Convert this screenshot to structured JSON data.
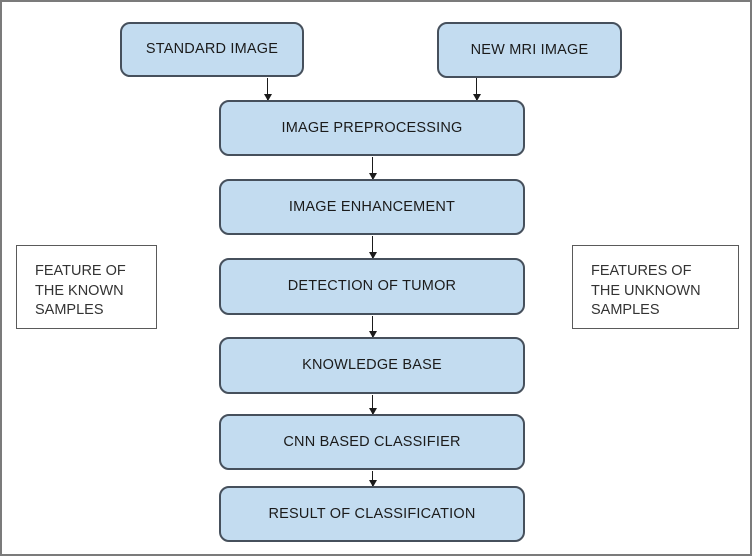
{
  "diagram": {
    "title": "Brain tumor classification pipeline flowchart",
    "colors": {
      "node_fill": "#c3dcf0",
      "node_border": "#46505c",
      "note_border": "#5a5a5a",
      "frame_border": "#7b7b7b",
      "arrow": "#1b1b1b",
      "text": "#1b1b1b"
    },
    "inputs": [
      {
        "id": "standard-image",
        "label": "STANDARD IMAGE"
      },
      {
        "id": "new-mri-image",
        "label": "NEW MRI IMAGE"
      }
    ],
    "pipeline": [
      {
        "id": "image-preprocessing",
        "label": "IMAGE PREPROCESSING"
      },
      {
        "id": "image-enhancement",
        "label": "IMAGE ENHANCEMENT"
      },
      {
        "id": "detection-of-tumor",
        "label": "DETECTION OF TUMOR"
      },
      {
        "id": "knowledge-base",
        "label": "KNOWLEDGE BASE"
      },
      {
        "id": "cnn-based-classifier",
        "label": "CNN BASED CLASSIFIER"
      },
      {
        "id": "result-of-classification",
        "label": "RESULT OF CLASSIFICATION"
      }
    ],
    "notes": [
      {
        "id": "known-samples",
        "label": "FEATURE OF\nTHE KNOWN\nSAMPLES"
      },
      {
        "id": "unknown-samples",
        "label": "FEATURES OF\nTHE UNKNOWN\nSAMPLES"
      }
    ]
  }
}
